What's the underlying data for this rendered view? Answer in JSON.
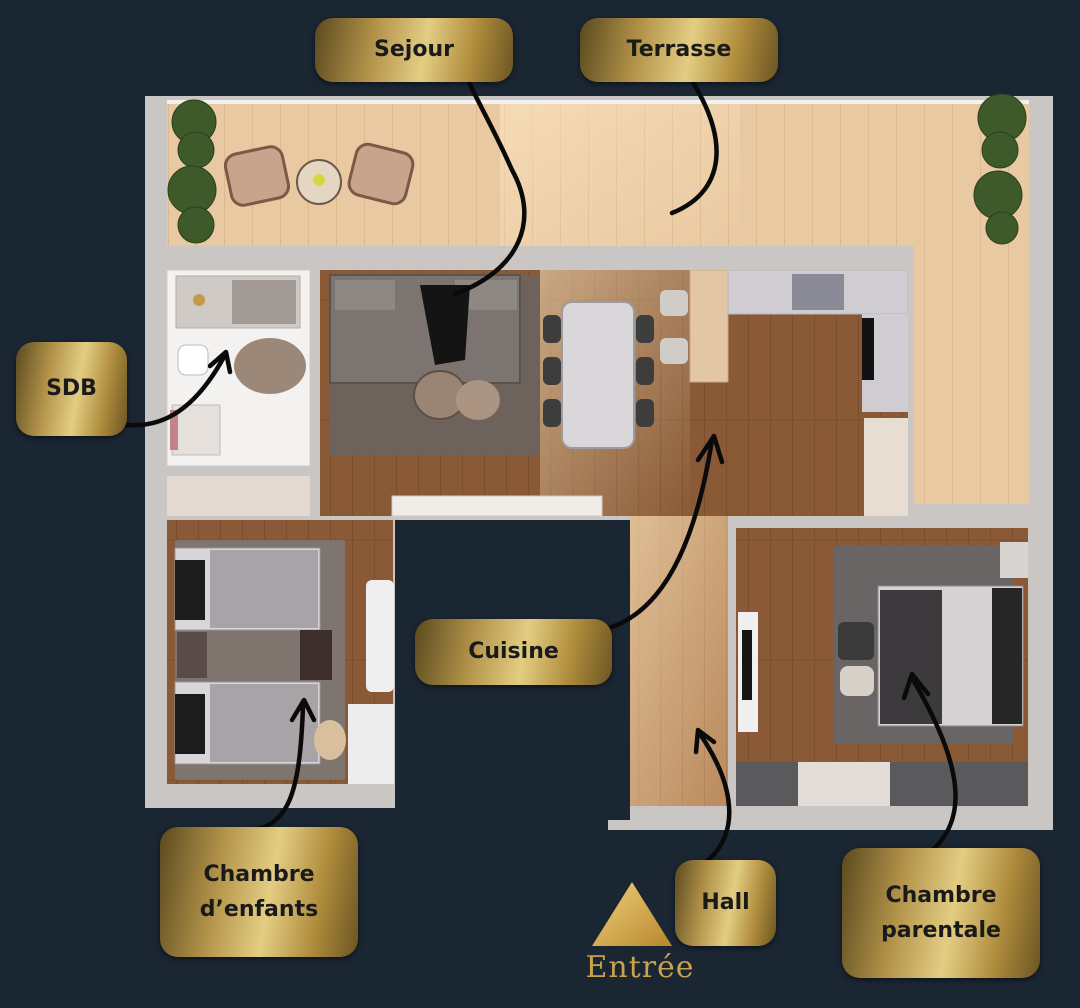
{
  "rooms": {
    "sejour": "Sejour",
    "terrasse": "Terrasse",
    "sdb": "SDB",
    "cuisine": "Cuisine",
    "chambre_enfants": "Chambre\nd’enfants",
    "hall": "Hall",
    "chambre_parentale": "Chambre\nparentale"
  },
  "entrance": {
    "label": "Entrée"
  },
  "colors": {
    "background": "#1b2633",
    "wall": "#c9c6c4",
    "wood_floor": "#8a5a36",
    "terrace_floor": "#e9c9a2",
    "gold": "#c9a24e",
    "arrow": "#0a0a0a"
  }
}
